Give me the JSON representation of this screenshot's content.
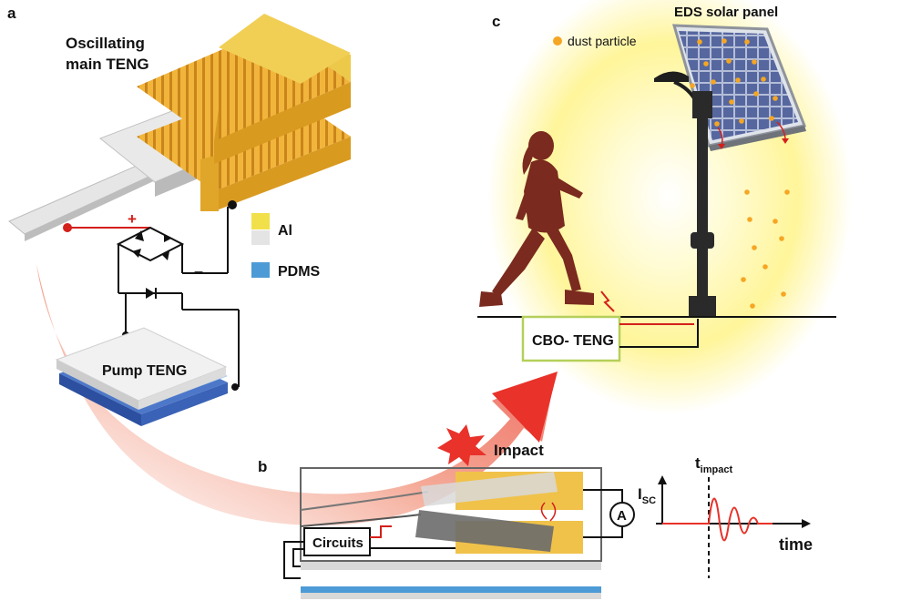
{
  "panels": {
    "a": {
      "letter": "a",
      "main_teng_line1": "Oscillating",
      "main_teng_line2": "main TENG",
      "pump_teng": "Pump TENG",
      "plus": "+",
      "minus": "–",
      "legend": [
        {
          "label": "Al",
          "color": "#f2e04a"
        },
        {
          "label": "PDMS",
          "color": "#4d9bd6"
        }
      ]
    },
    "b": {
      "letter": "b",
      "impact": "Impact",
      "circuits": "Circuits",
      "ammeter": "A",
      "isc_main": "I",
      "isc_sub": "SC",
      "timpact_main": "t",
      "timpact_sub": "impact",
      "time_axis": "time"
    },
    "c": {
      "letter": "c",
      "panel_title": "EDS solar panel",
      "dust_legend": "dust particle",
      "cbo_teng": "CBO- TENG"
    }
  },
  "colors": {
    "al_gold": "#f0b93a",
    "al_light": "#f2e04a",
    "pdms_blue": "#4d9bd6",
    "wire_red": "#d4201b",
    "dust_orange": "#f5a623",
    "person": "#7a2a1e",
    "cbo_border": "#b5cf5a",
    "glow": "#fff36b"
  }
}
